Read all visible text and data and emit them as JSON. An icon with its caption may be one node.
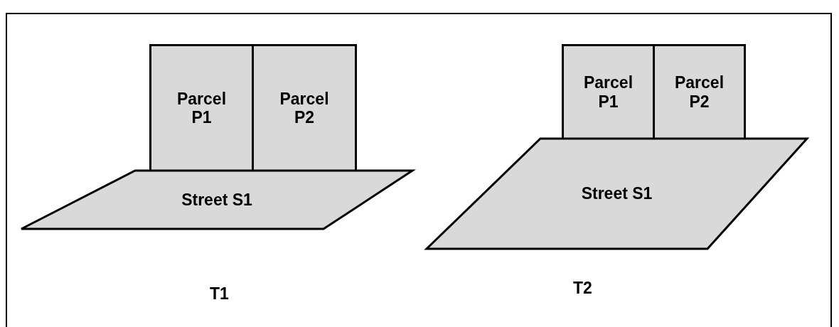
{
  "diagram": {
    "nodes": [
      {
        "text": [
          "Parcel P1"
        ]
      },
      {
        "text": [
          "Parcel P2"
        ]
      },
      {
        "text": [
          "Street S1"
        ]
      },
      {
        "text": [
          "Parcel P1"
        ]
      },
      {
        "text": [
          "Parcel P2"
        ]
      },
      {
        "text": [
          "Street S1"
        ]
      }
    ],
    "labels": [
      "T1",
      "T2"
    ]
  }
}
